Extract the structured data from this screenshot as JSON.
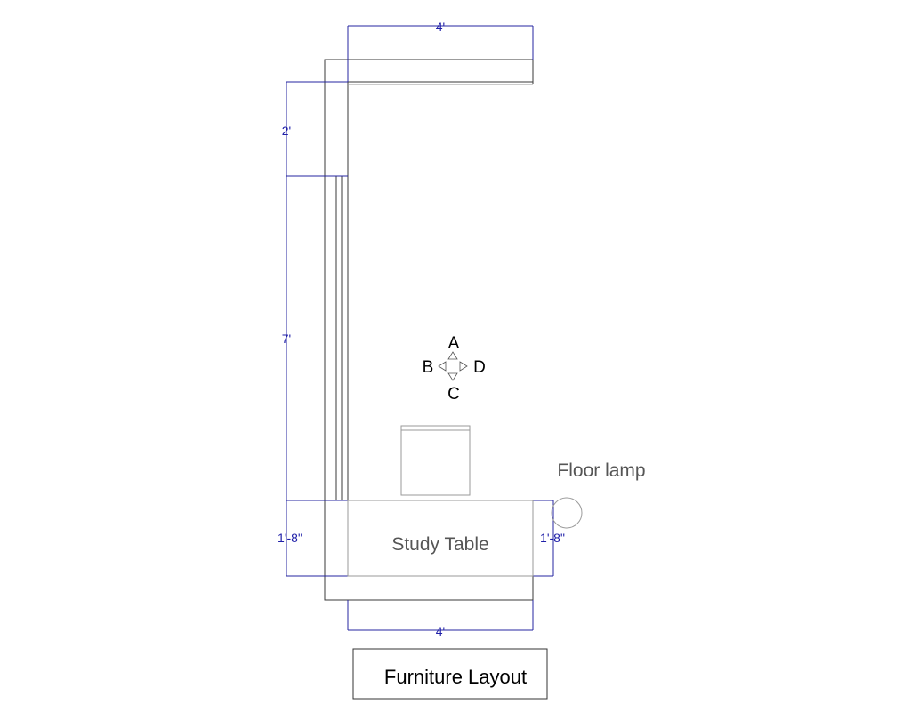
{
  "title": "Furniture Layout",
  "compass": {
    "up": "A",
    "left": "B",
    "down": "C",
    "right": "D"
  },
  "furniture": {
    "study_table": "Study Table",
    "floor_lamp": "Floor lamp"
  },
  "dimensions": {
    "top_width": "4'",
    "left_upper": "2'",
    "left_middle": "7'",
    "left_lower": "1'-8\"",
    "right_table": "1'-8\"",
    "bottom_width": "4'"
  },
  "colors": {
    "dimension": "#1f1fa8",
    "wall": "#3a3a3a",
    "furniture": "#9a9a9a"
  }
}
